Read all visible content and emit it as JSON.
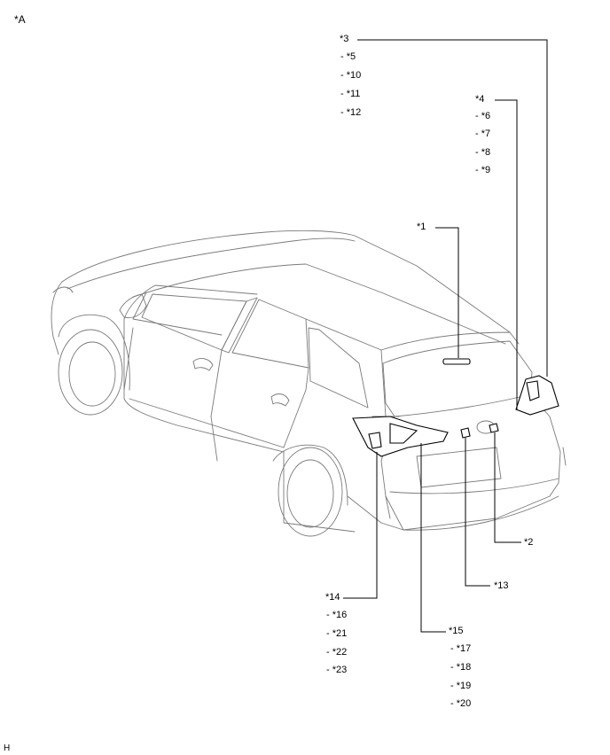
{
  "view_label": "*A",
  "corner_code": "H",
  "callouts": {
    "c1": "*1",
    "c2": "*2",
    "c3": "*3",
    "c4": "*4",
    "c13": "*13",
    "c14": "*14",
    "c15": "*15"
  },
  "sub_lists": {
    "group3": [
      "- *5",
      "- *10",
      "- *11",
      "- *12"
    ],
    "group4": [
      "- *6",
      "- *7",
      "- *8",
      "- *9"
    ],
    "group14": [
      "- *16",
      "- *21",
      "- *22",
      "- *23"
    ],
    "group15": [
      "- *17",
      "- *18",
      "- *19",
      "- *20"
    ]
  }
}
